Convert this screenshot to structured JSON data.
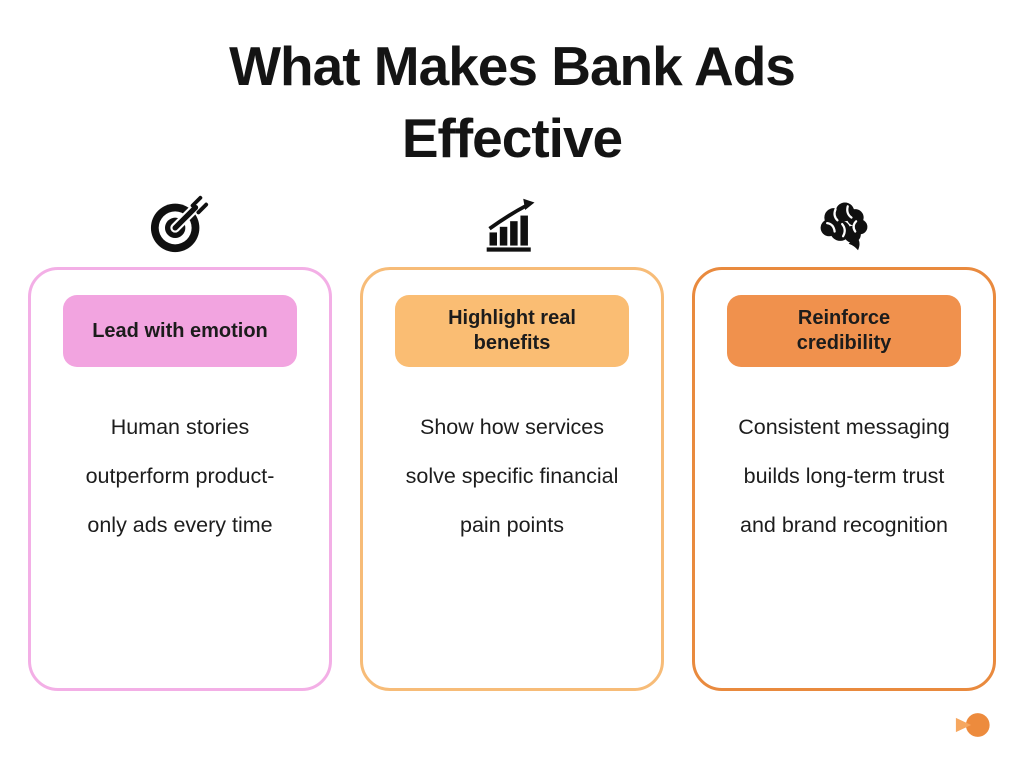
{
  "page": {
    "title": "What Makes Bank Ads Effective",
    "title_color": "#141414",
    "background": "#ffffff"
  },
  "cards": [
    {
      "icon": "target-dart-icon",
      "badge_label": "Lead with emotion",
      "badge_lines": {
        "0": "Lead with emotion"
      },
      "body_text": "Human stories outperform product-only ads every time",
      "body_lines": {
        "0": "Human stories",
        "1": "outperform product-",
        "2": "only ads every time"
      },
      "badge_bg": "#F2A4E0",
      "border_color": "#F3AFE6"
    },
    {
      "icon": "growth-chart-icon",
      "badge_label": "Highlight real benefits",
      "badge_lines": {
        "0": "Highlight real",
        "1": "benefits"
      },
      "body_text": "Show how services solve specific financial pain points",
      "body_lines": {
        "0": "Show how services",
        "1": "solve specific financial",
        "2": "pain points"
      },
      "badge_bg": "#FABD73",
      "border_color": "#F7BC78"
    },
    {
      "icon": "brain-icon",
      "badge_label": "Reinforce credibility",
      "badge_lines": {
        "0": "Reinforce",
        "1": "credibility"
      },
      "body_text": "Consistent messaging builds long-term trust and brand recognition",
      "body_lines": {
        "0": "Consistent messaging",
        "1": "builds long-term trust",
        "2": "and brand recognition"
      },
      "badge_bg": "#F0914D",
      "border_color": "#E98A3E"
    }
  ],
  "logo": {
    "triangle_color": "#F6A75F",
    "circle_color": "#ED8B3D"
  }
}
